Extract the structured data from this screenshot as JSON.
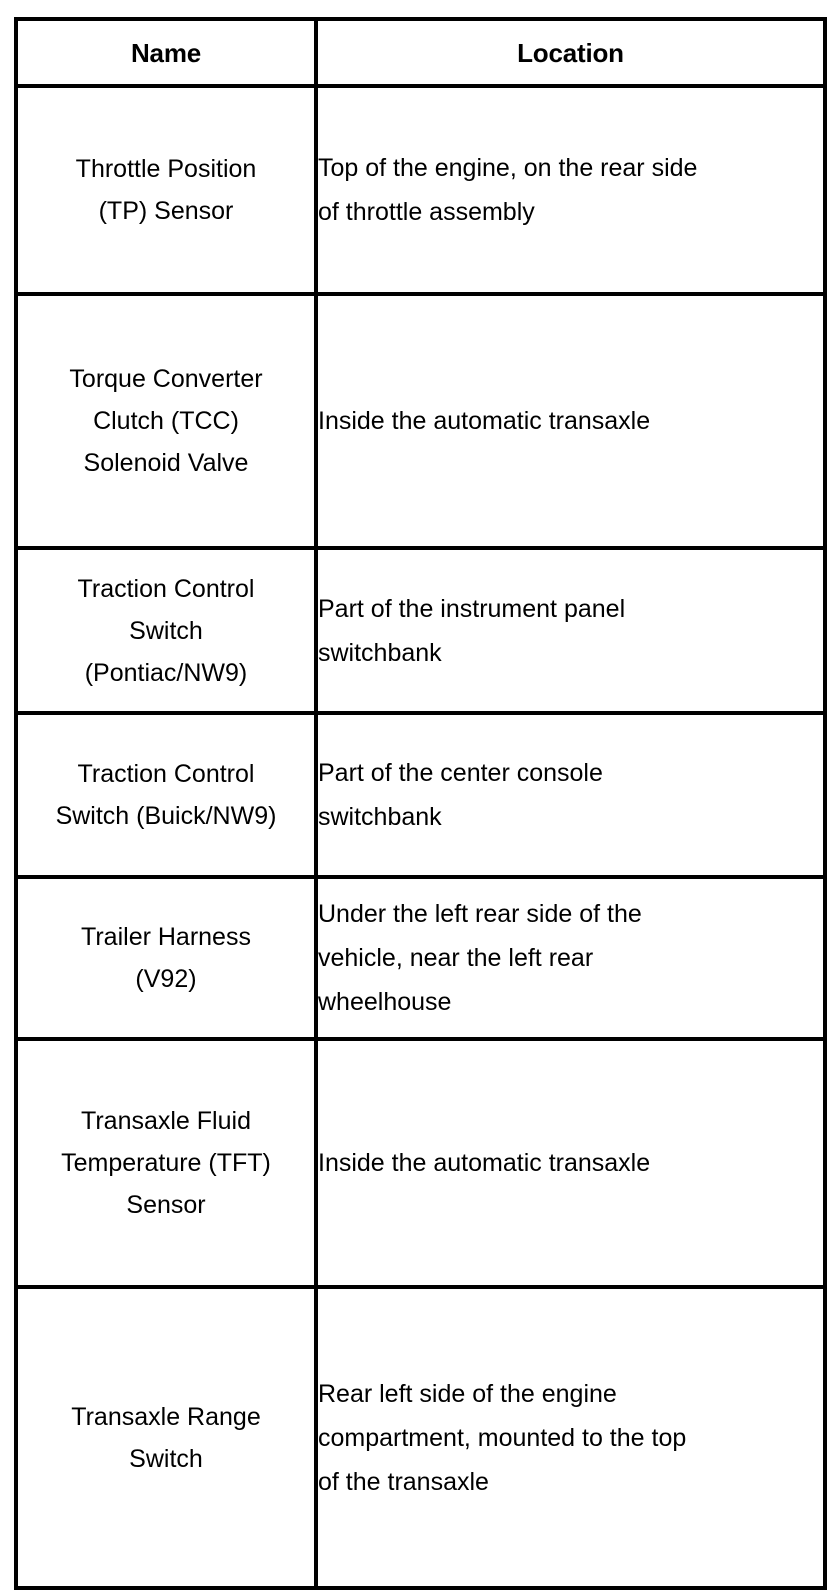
{
  "table": {
    "columns": [
      {
        "key": "name",
        "header": "Name",
        "align": "center"
      },
      {
        "key": "location",
        "header": "Location",
        "align": "left"
      }
    ],
    "rows": [
      {
        "name": "Throttle Position\n(TP) Sensor",
        "location": "Top of the engine, on the rear side\nof throttle assembly"
      },
      {
        "name": "Torque Converter\nClutch (TCC)\nSolenoid Valve",
        "location": "Inside the automatic transaxle"
      },
      {
        "name": "Traction Control\nSwitch\n(Pontiac/NW9)",
        "location": "Part of the instrument panel\nswitchbank"
      },
      {
        "name": "Traction Control\nSwitch (Buick/NW9)",
        "location": "Part of the center console\nswitchbank"
      },
      {
        "name": "Trailer Harness\n(V92)",
        "location": "Under the left rear side of the\nvehicle, near the left rear\nwheelhouse"
      },
      {
        "name": "Transaxle Fluid\nTemperature (TFT)\nSensor",
        "location": "Inside the automatic transaxle"
      },
      {
        "name": "Transaxle Range\nSwitch",
        "location": "Rear left side of the engine\ncompartment, mounted to the top\nof the transaxle"
      }
    ]
  },
  "style": {
    "border_color": "#000000",
    "text_color": "#000000",
    "background": "#ffffff"
  }
}
